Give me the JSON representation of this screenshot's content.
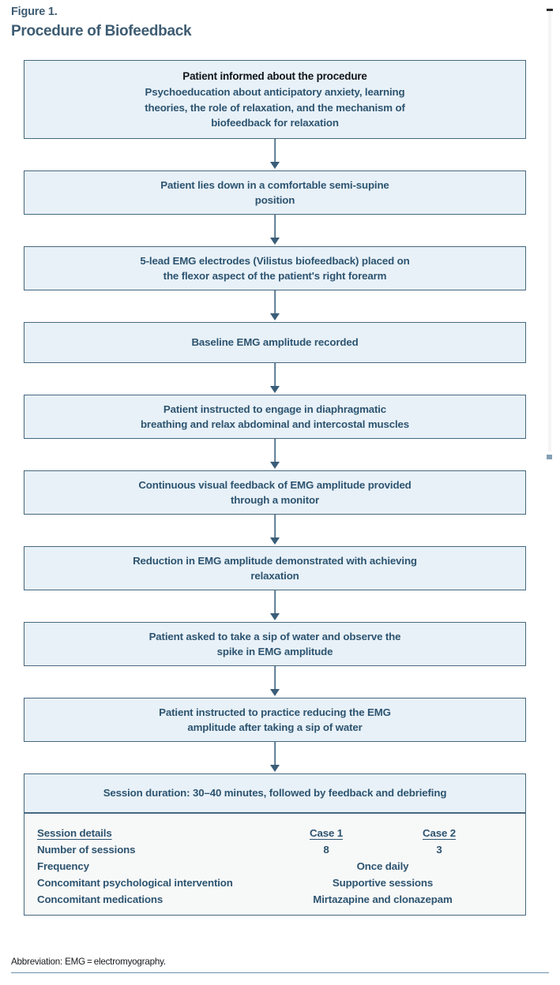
{
  "header": {
    "figure_number": "Figure 1.",
    "title": "Procedure of Biofeedback"
  },
  "flow": {
    "nodes": [
      {
        "id": "informed",
        "heading": "Patient informed about the procedure",
        "lines": [
          "Psychoeducation about anticipatory anxiety, learning",
          "theories, the role of relaxation, and the mechanism of",
          "biofeedback for relaxation"
        ]
      },
      {
        "id": "semi-supine",
        "lines": [
          "Patient lies down in a comfortable semi-supine",
          "position"
        ]
      },
      {
        "id": "electrodes",
        "lines": [
          "5-lead EMG electrodes (Vilistus biofeedback) placed on",
          "the flexor aspect of the patient's right forearm"
        ]
      },
      {
        "id": "baseline",
        "lines": [
          "Baseline EMG amplitude recorded"
        ]
      },
      {
        "id": "diaphragmatic",
        "lines": [
          "Patient instructed to engage in diaphragmatic",
          "breathing and relax abdominal and intercostal muscles"
        ]
      },
      {
        "id": "visual-feedback",
        "lines": [
          "Continuous visual feedback of EMG amplitude provided",
          "through a monitor"
        ]
      },
      {
        "id": "reduction",
        "lines": [
          "Reduction in EMG amplitude demonstrated with achieving",
          "relaxation"
        ]
      },
      {
        "id": "sip-water",
        "lines": [
          "Patient asked to take a sip of water and observe the",
          "spike in EMG amplitude"
        ]
      },
      {
        "id": "practice-reduce",
        "lines": [
          "Patient instructed to practice reducing the EMG",
          "amplitude after taking a sip of water"
        ]
      },
      {
        "id": "session-duration",
        "lines": [
          "Session duration: 30–40 minutes, followed by feedback and debriefing"
        ]
      }
    ]
  },
  "session_table": {
    "header": {
      "label": "Session details",
      "case1": "Case 1",
      "case2": "Case 2"
    },
    "rows": [
      {
        "label": "Number of sessions",
        "spans": false,
        "case1": "8",
        "case2": "3"
      },
      {
        "label": "Frequency",
        "spans": true,
        "value": "Once daily"
      },
      {
        "label": "Concomitant psychological intervention",
        "spans": true,
        "value": "Supportive sessions"
      },
      {
        "label": "Concomitant medications",
        "spans": true,
        "value": "Mirtazapine and clonazepam"
      }
    ]
  },
  "footer": {
    "abbreviation": "Abbreviation: EMG = electromyography."
  },
  "colors": {
    "node_fill": "#e8f1f8",
    "node_border": "#46687f",
    "text_blue": "#2d5470",
    "title_blue": "#3e5c72",
    "table_fill": "#f7f8f8",
    "arrow": "#5a7a93",
    "footer_rule": "#6e90ad"
  }
}
